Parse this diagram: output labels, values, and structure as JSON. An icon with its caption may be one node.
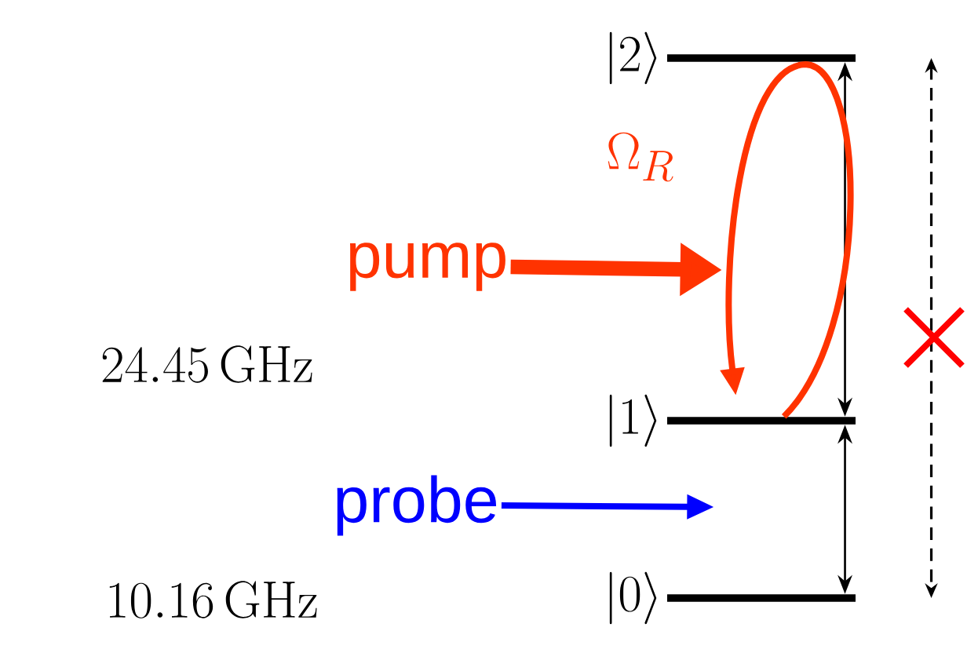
{
  "diagram": {
    "nodes": [
      {
        "text": [
          "|2\\rangle"
        ]
      },
      {
        "text": [
          "|1\\rangle"
        ]
      },
      {
        "text": [
          "|0\\rangle"
        ]
      },
      {
        "text": [
          "pump"
        ]
      },
      {
        "text": [
          "probe"
        ]
      }
    ],
    "edges": [
      {
        "from": 0,
        "to": 1,
        "arrow": "both"
      },
      {
        "from": 1,
        "to": 2,
        "arrow": "both"
      },
      {
        "from": 0,
        "to": 2,
        "arrow": "both",
        "style": "dashed"
      },
      {
        "from": 1,
        "to": 1,
        "arrow": "to",
        "style": "thick",
        "color": "#ff3300",
        "label": "\\Omega_R"
      },
      {
        "from": 3,
        "to": null,
        "arrow": "to",
        "style": "thick",
        "color": "#ff3300"
      },
      {
        "from": 4,
        "to": null,
        "arrow": "to",
        "style": "thick",
        "color": "#0000ff"
      }
    ],
    "labels": [
      "24.45\\,\\mathrm{GHz}",
      "10.16\\,\\mathrm{GHz}"
    ]
  }
}
